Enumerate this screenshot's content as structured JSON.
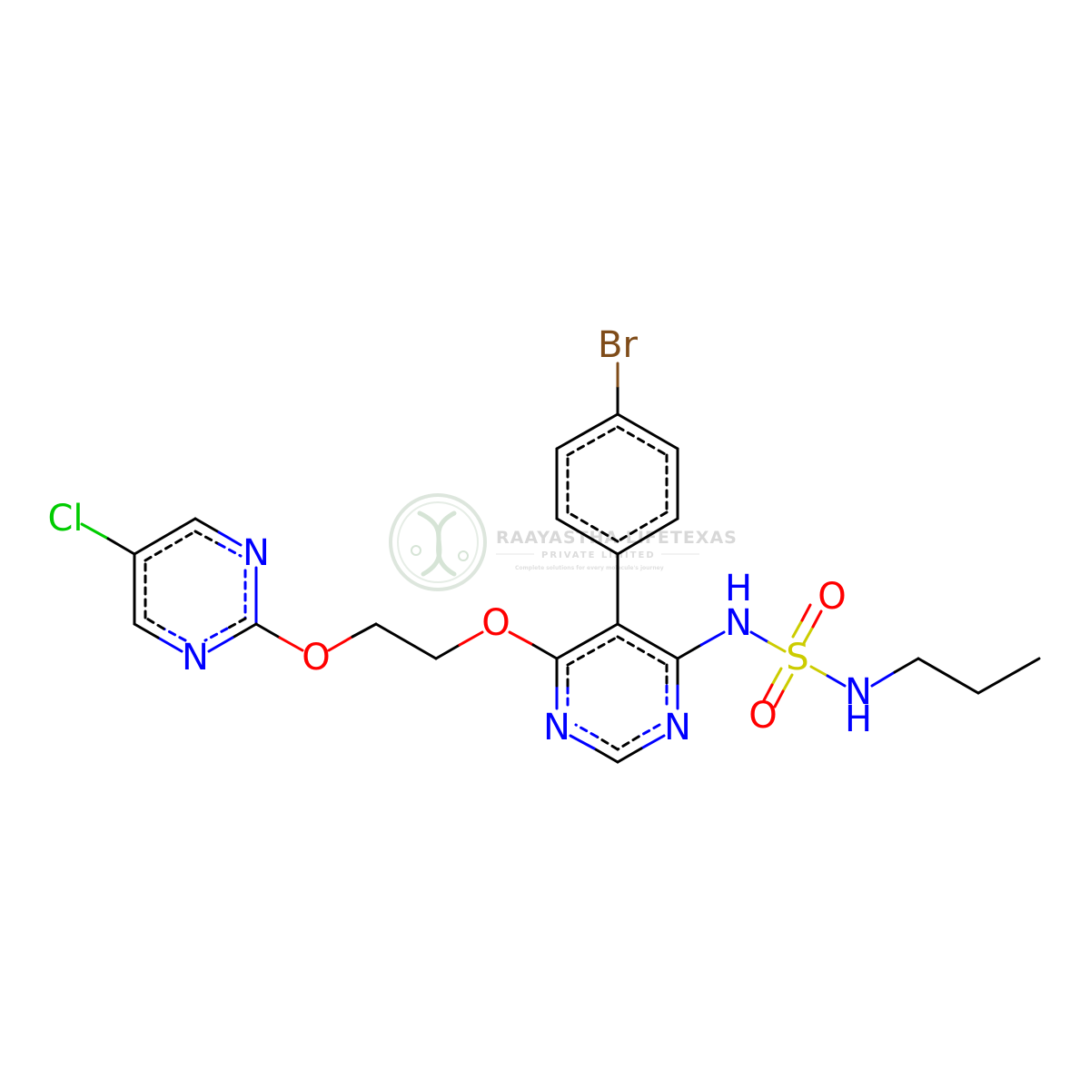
{
  "colors": {
    "carbon": "#000000",
    "nitrogen": "#0000ff",
    "oxygen": "#ff0000",
    "sulfur": "#cccc00",
    "chlorine": "#00cc00",
    "bromine": "#7f4c19",
    "watermark": "#d0dbd0"
  },
  "watermark": {
    "company": "RAAYASTHA LIFETEXAS",
    "subtitle": "PRIVATE LIMITED",
    "tagline": "Complete solutions for every molecule's journey",
    "icon": "dna-helix-icon"
  },
  "atoms": {
    "br": "Br",
    "cl": "Cl",
    "n_pyr1_top": "N",
    "n_pyr1_bottom": "N",
    "o_ether1": "O",
    "o_ether2": "O",
    "n_pyr2_left": "N",
    "n_pyr2_right": "N",
    "nh_1": "N",
    "h_1": "H",
    "s": "S",
    "o_sulfonyl_top": "O",
    "o_sulfonyl_bottom": "O",
    "nh_2": "N",
    "h_2": "H"
  }
}
